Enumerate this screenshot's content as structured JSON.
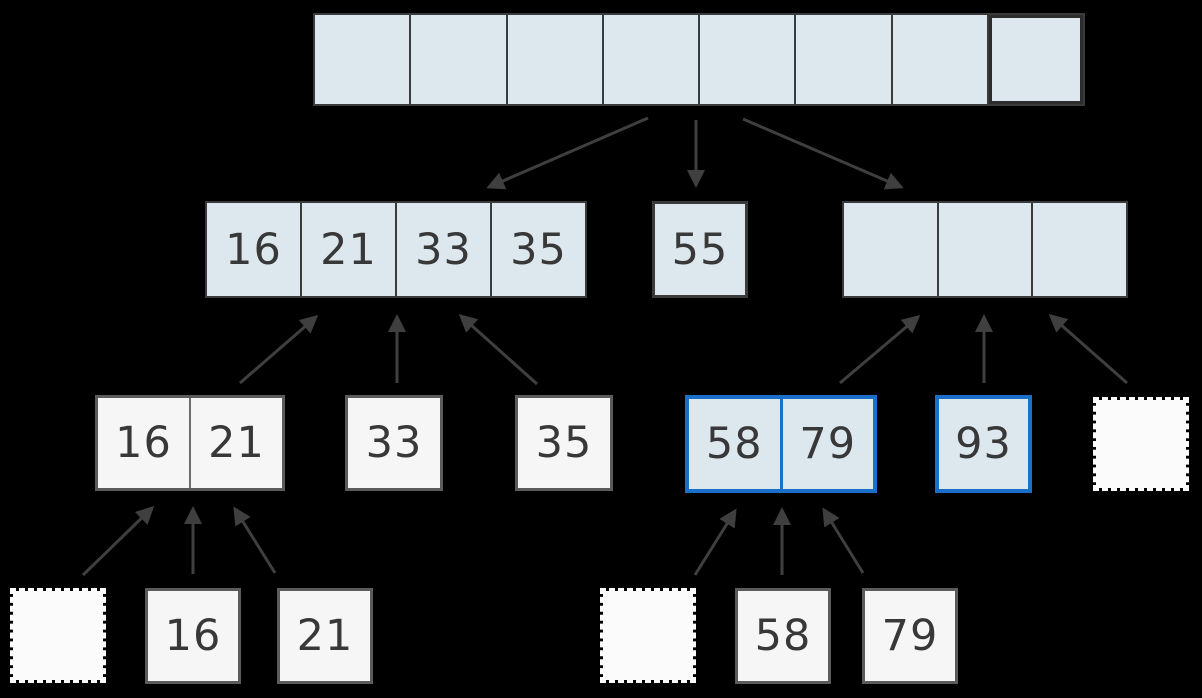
{
  "diagram_type": "merge-sort-visualization",
  "colors": {
    "background": "#000000",
    "cell_blue_fill": "#dde7ee",
    "cell_white_fill": "#f6f6f6",
    "dark_border": "#3a3a3a",
    "gray_border": "#5b5b5b",
    "highlight_blue_border": "#1a70c8",
    "arrow": "#3f3f3f",
    "number_text": "#383838"
  },
  "arrays": {
    "top": {
      "cells": [
        "",
        "",
        "",
        "",
        "",
        "",
        "",
        ""
      ]
    },
    "merged_left": {
      "cells": [
        "16",
        "21",
        "33",
        "35"
      ]
    },
    "merged_mid": {
      "cells": [
        "55"
      ]
    },
    "merged_right": {
      "cells": [
        "",
        "",
        ""
      ]
    },
    "run_16_21": {
      "cells": [
        "16",
        "21"
      ]
    },
    "run_33": {
      "cells": [
        "33"
      ]
    },
    "run_35": {
      "cells": [
        "35"
      ]
    },
    "run_58_79": {
      "cells": [
        "58",
        "79"
      ],
      "highlighted": true
    },
    "run_93": {
      "cells": [
        "93"
      ],
      "highlighted": true
    },
    "run_placeholder_right": {
      "cells": [
        ""
      ]
    },
    "leaf_placeholder_left": {
      "cells": [
        ""
      ]
    },
    "leaf_16": {
      "cells": [
        "16"
      ]
    },
    "leaf_21": {
      "cells": [
        "21"
      ]
    },
    "leaf_placeholder_right": {
      "cells": [
        ""
      ]
    },
    "leaf_58": {
      "cells": [
        "58"
      ]
    },
    "leaf_79": {
      "cells": [
        "79"
      ]
    }
  }
}
